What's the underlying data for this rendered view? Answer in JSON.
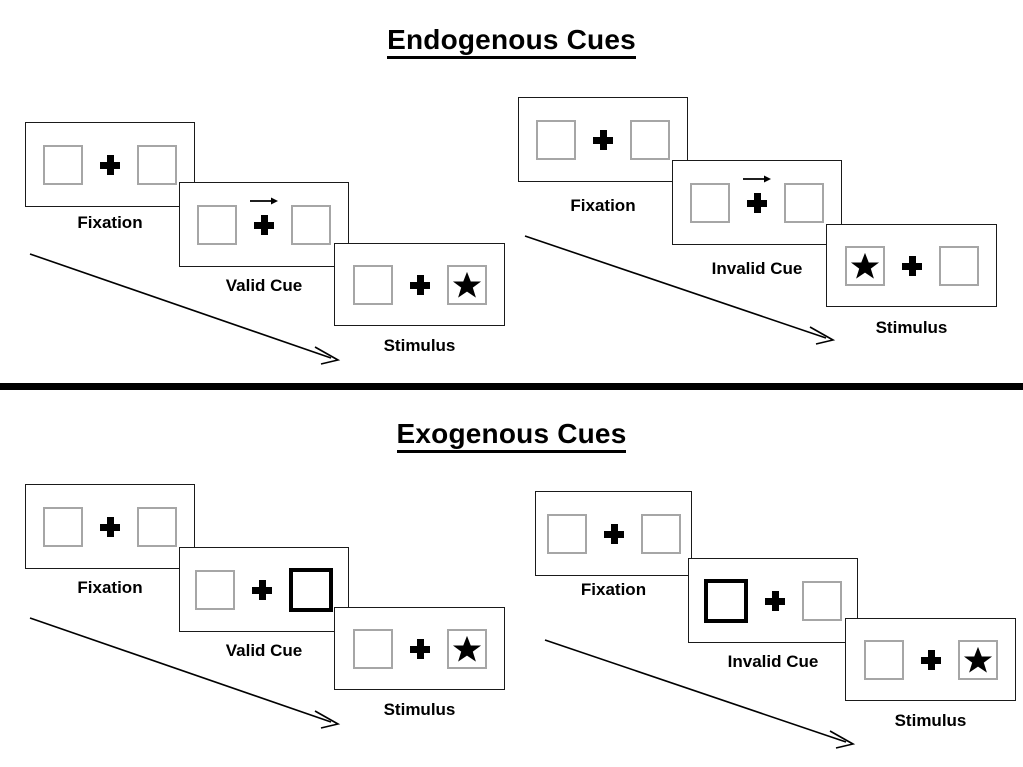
{
  "sections": [
    {
      "id": "endogenous",
      "title": "Endogenous Cues",
      "groups": [
        {
          "id": "endogenous-valid",
          "cue_type": "arrow",
          "cue_direction": "right",
          "cue_label": "Valid Cue",
          "panels": [
            {
              "label": "Fixation",
              "left_box": "empty",
              "right_box": "empty",
              "arrow": false
            },
            {
              "label": "Valid Cue",
              "left_box": "empty",
              "right_box": "empty",
              "arrow": true
            },
            {
              "label": "Stimulus",
              "left_box": "empty",
              "right_box": "star",
              "arrow": false
            }
          ]
        },
        {
          "id": "endogenous-invalid",
          "cue_type": "arrow",
          "cue_direction": "right",
          "cue_label": "Invalid Cue",
          "panels": [
            {
              "label": "Fixation",
              "left_box": "empty",
              "right_box": "empty",
              "arrow": false
            },
            {
              "label": "Invalid Cue",
              "left_box": "empty",
              "right_box": "empty",
              "arrow": true
            },
            {
              "label": "Stimulus",
              "left_box": "star",
              "right_box": "empty",
              "arrow": false
            }
          ]
        }
      ]
    },
    {
      "id": "exogenous",
      "title": "Exogenous Cues",
      "groups": [
        {
          "id": "exogenous-valid",
          "cue_type": "box-highlight",
          "cue_direction": "right",
          "cue_label": "Valid Cue",
          "panels": [
            {
              "label": "Fixation",
              "left_box": "empty",
              "right_box": "empty",
              "arrow": false
            },
            {
              "label": "Valid Cue",
              "left_box": "empty",
              "right_box": "cued",
              "arrow": false
            },
            {
              "label": "Stimulus",
              "left_box": "empty",
              "right_box": "star",
              "arrow": false
            }
          ]
        },
        {
          "id": "exogenous-invalid",
          "cue_type": "box-highlight",
          "cue_direction": "left",
          "cue_label": "Invalid Cue",
          "panels": [
            {
              "label": "Fixation",
              "left_box": "empty",
              "right_box": "empty",
              "arrow": false
            },
            {
              "label": "Invalid Cue",
              "left_box": "cued",
              "right_box": "empty",
              "arrow": false
            },
            {
              "label": "Stimulus",
              "left_box": "empty",
              "right_box": "star",
              "arrow": false
            }
          ]
        }
      ]
    }
  ],
  "colors": {
    "box_outline": "#a6a6a6",
    "cued_box_outline": "#000000",
    "panel_outline": "#1a1a1a",
    "ink": "#000000",
    "background": "#ffffff"
  }
}
